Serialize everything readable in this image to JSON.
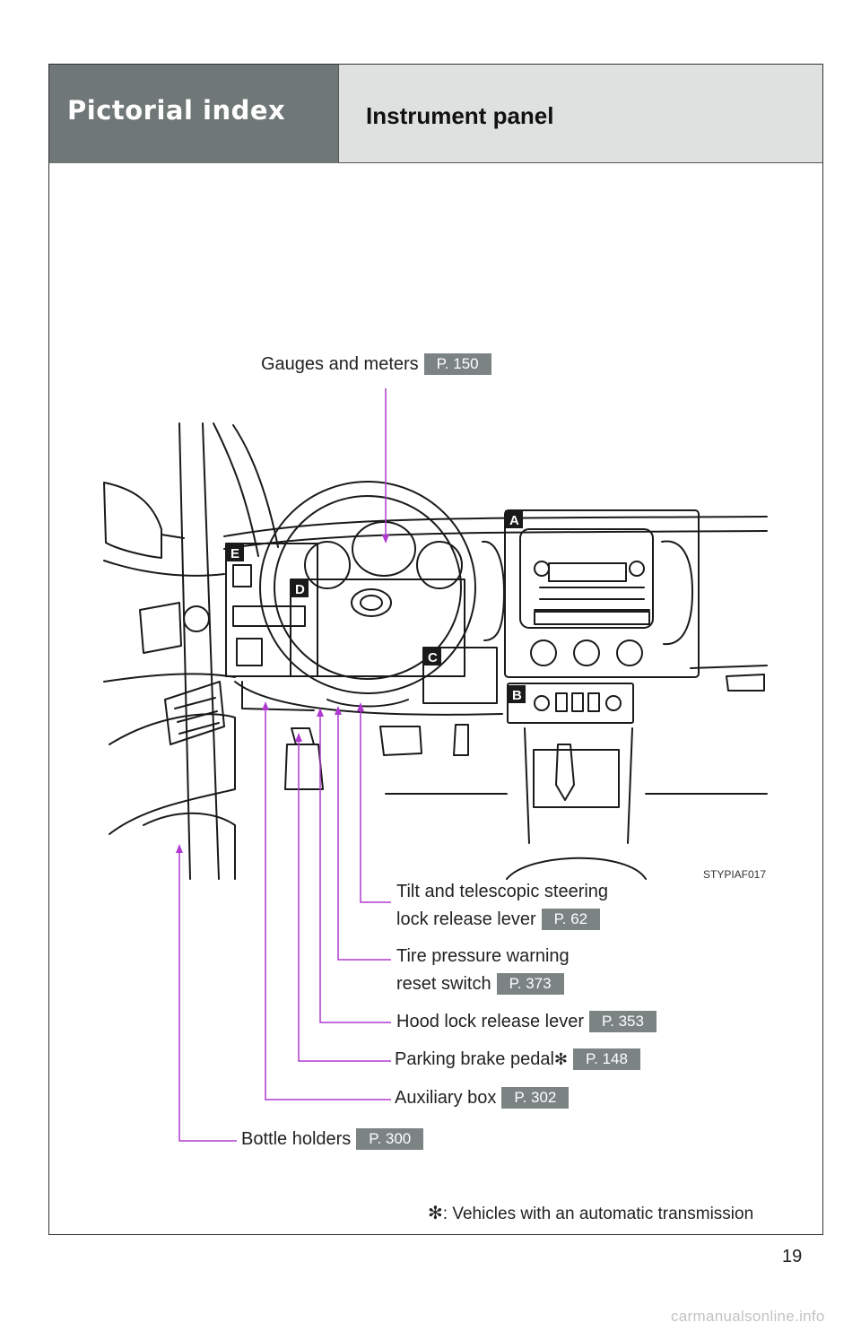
{
  "header": {
    "section": "Pictorial index",
    "title": "Instrument panel"
  },
  "figure": {
    "code": "STYPIAF017",
    "markers": [
      "A",
      "B",
      "C",
      "D",
      "E"
    ]
  },
  "callouts": {
    "gauges": {
      "label": "Gauges and meters",
      "page": "P. 150"
    },
    "tilt": {
      "line1": "Tilt and telescopic steering",
      "line2": "lock release lever",
      "page": "P. 62"
    },
    "tire": {
      "line1": "Tire pressure warning",
      "line2": "reset switch",
      "page": "P. 373"
    },
    "hood": {
      "label": "Hood lock release lever",
      "page": "P. 353"
    },
    "parking": {
      "label": "Parking brake pedal",
      "asterisk": "✻",
      "page": "P. 148"
    },
    "auxiliary": {
      "label": "Auxiliary box",
      "page": "P. 302"
    },
    "bottle": {
      "label": "Bottle holders",
      "page": "P. 300"
    }
  },
  "footnote": {
    "symbol": "✻",
    "text": ": Vehicles with an automatic transmission"
  },
  "page_number": "19",
  "watermark": "carmanualsonline.info",
  "colors": {
    "header_dark": "#6f7777",
    "header_light": "#dfe1e1",
    "leader": "#b03ad0",
    "page_ref": "#7b8383"
  }
}
